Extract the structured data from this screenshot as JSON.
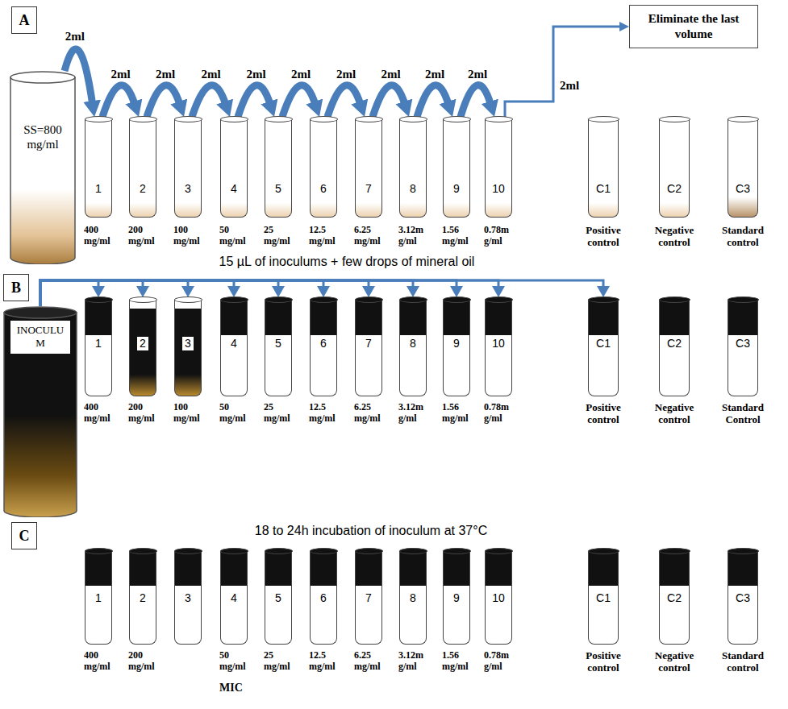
{
  "diagram": {
    "nodes": [
      {
        "text": [
          "A"
        ]
      },
      {
        "text": [
          "SS=800 mg/ml"
        ]
      },
      {
        "text": [
          "1"
        ]
      },
      {
        "text": [
          "2"
        ]
      },
      {
        "text": [
          "3"
        ]
      },
      {
        "text": [
          "4"
        ]
      },
      {
        "text": [
          "5"
        ]
      },
      {
        "text": [
          "6"
        ]
      },
      {
        "text": [
          "7"
        ]
      },
      {
        "text": [
          "8"
        ]
      },
      {
        "text": [
          "9"
        ]
      },
      {
        "text": [
          "10"
        ]
      },
      {
        "text": [
          "C1"
        ]
      },
      {
        "text": [
          "C2"
        ]
      },
      {
        "text": [
          "C3"
        ]
      },
      {
        "text": [
          "Eliminate the last volume"
        ]
      },
      {
        "text": [
          "B"
        ]
      },
      {
        "text": [
          "INOCULU M"
        ]
      },
      {
        "text": [
          "1"
        ]
      },
      {
        "text": [
          "2"
        ]
      },
      {
        "text": [
          "3"
        ]
      },
      {
        "text": [
          "4"
        ]
      },
      {
        "text": [
          "5"
        ]
      },
      {
        "text": [
          "6"
        ]
      },
      {
        "text": [
          "7"
        ]
      },
      {
        "text": [
          "8"
        ]
      },
      {
        "text": [
          "9"
        ]
      },
      {
        "text": [
          "10"
        ]
      },
      {
        "text": [
          "C1"
        ]
      },
      {
        "text": [
          "C2"
        ]
      },
      {
        "text": [
          "C3"
        ]
      },
      {
        "text": [
          "C"
        ]
      },
      {
        "text": [
          "1"
        ]
      },
      {
        "text": [
          "2"
        ]
      },
      {
        "text": [
          "3"
        ]
      },
      {
        "text": [
          "4"
        ]
      },
      {
        "text": [
          "5"
        ]
      },
      {
        "text": [
          "6"
        ]
      },
      {
        "text": [
          "7"
        ]
      },
      {
        "text": [
          "8"
        ]
      },
      {
        "text": [
          "9"
        ]
      },
      {
        "text": [
          "10"
        ]
      },
      {
        "text": [
          "C1"
        ]
      },
      {
        "text": [
          "C2"
        ]
      },
      {
        "text": [
          "C3"
        ]
      }
    ],
    "edges": [
      {
        "from": 1,
        "to": 2,
        "label": "2ml",
        "arrow": "to"
      },
      {
        "from": 2,
        "to": 3,
        "label": "2ml",
        "arrow": "to"
      },
      {
        "from": 3,
        "to": 4,
        "label": "2ml",
        "arrow": "to"
      },
      {
        "from": 4,
        "to": 5,
        "label": "2ml",
        "arrow": "to"
      },
      {
        "from": 5,
        "to": 6,
        "label": "2ml",
        "arrow": "to"
      },
      {
        "from": 6,
        "to": 7,
        "label": "2ml",
        "arrow": "to"
      },
      {
        "from": 7,
        "to": 8,
        "label": "2ml",
        "arrow": "to"
      },
      {
        "from": 8,
        "to": 9,
        "label": "2ml",
        "arrow": "to"
      },
      {
        "from": 9,
        "to": 10,
        "label": "2ml",
        "arrow": "to"
      },
      {
        "from": 10,
        "to": 11,
        "label": "2ml",
        "arrow": "to"
      },
      {
        "from": 11,
        "to": 15,
        "label": "2ml",
        "arrow": "to"
      },
      {
        "from": 17,
        "to": 18,
        "arrow": "to"
      },
      {
        "from": 17,
        "to": 19,
        "arrow": "to"
      },
      {
        "from": 17,
        "to": 20,
        "arrow": "to"
      },
      {
        "from": 17,
        "to": 21,
        "arrow": "to"
      },
      {
        "from": 17,
        "to": 22,
        "arrow": "to"
      },
      {
        "from": 17,
        "to": 23,
        "arrow": "to"
      },
      {
        "from": 17,
        "to": 24,
        "arrow": "to"
      },
      {
        "from": 17,
        "to": 25,
        "arrow": "to"
      },
      {
        "from": 17,
        "to": 26,
        "arrow": "to"
      },
      {
        "from": 17,
        "to": 27,
        "arrow": "to"
      },
      {
        "from": 17,
        "to": 28,
        "arrow": "to"
      }
    ],
    "labels": [
      "400 mg/ml",
      "200 mg/ml",
      "100 mg/ml",
      "50 mg/ml",
      "25 mg/ml",
      "12.5 mg/ml",
      "6.25 mg/ml",
      "3.12m g/ml",
      "1.56 mg/ml",
      "0.78m g/ml",
      "Positive control",
      "Negative control",
      "Standard control",
      "15 µL of inoculums + few drops of mineral oil",
      "400 mg/ml",
      "200 mg/ml",
      "100 mg/ml",
      "50 mg/ml",
      "25 mg/ml",
      "12.5 mg/ml",
      "6.25 mg/ml",
      "3.12m g/ml",
      "1.56 mg/ml",
      "0.78m g/ml",
      "Positive control",
      "Negative control",
      "Standard Control",
      "18 to 24h incubation of inoculum at 37°C",
      "400 mg/ml",
      "200 mg/ml",
      "50 mg/ml",
      "25 mg/ml",
      "12.5 mg/ml",
      "6.25 mg/ml",
      "3.12m g/ml",
      "1.56 mg/ml",
      "0.78m g/ml",
      "Positive control",
      "Negative control",
      "Standard control",
      "MIC"
    ]
  }
}
